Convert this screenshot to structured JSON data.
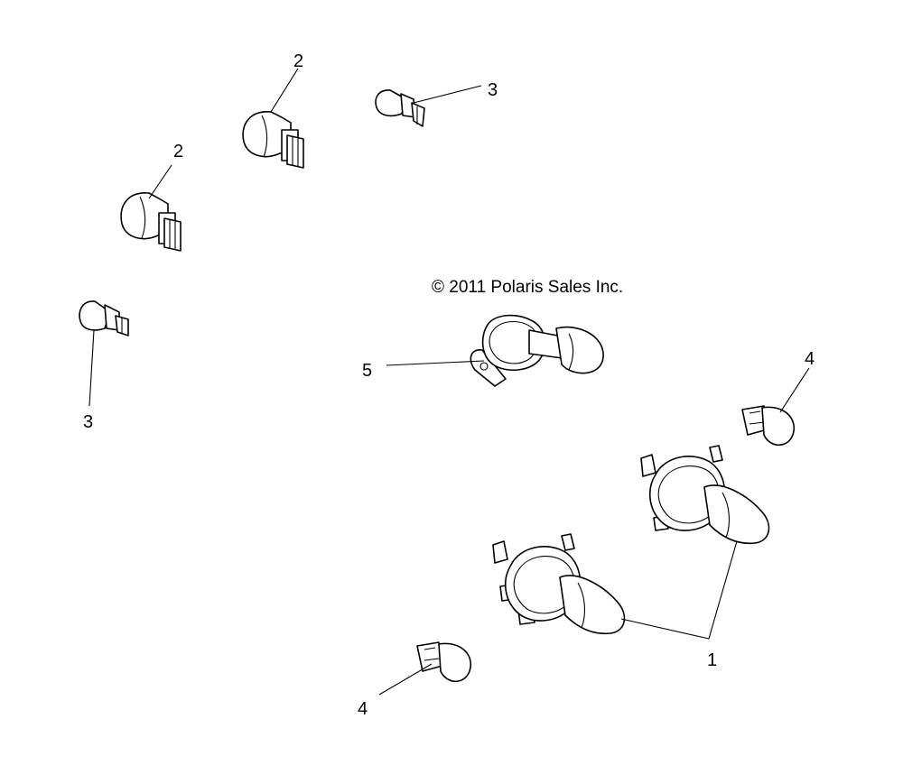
{
  "copyright": "© 2011 Polaris Sales Inc.",
  "callouts": {
    "c2a": "2",
    "c2b": "2",
    "c3a": "3",
    "c3b": "3",
    "c4a": "4",
    "c4b": "4",
    "c5": "5",
    "c1": "1"
  }
}
